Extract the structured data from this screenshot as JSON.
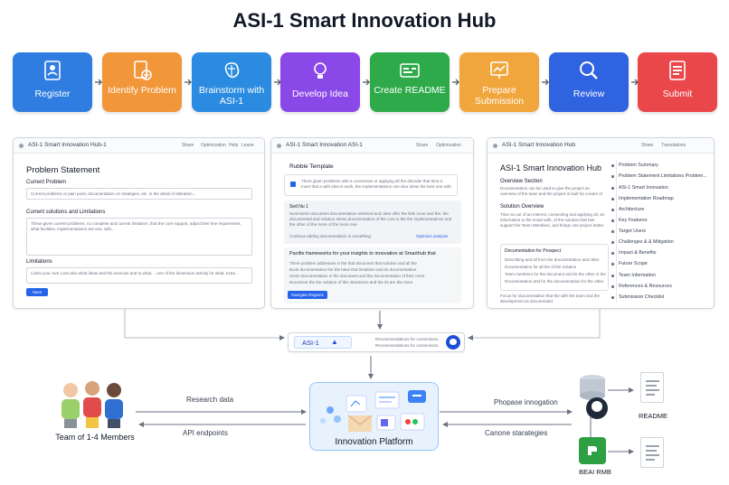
{
  "title": "ASI-1 Smart Innovation Hub",
  "steps": [
    {
      "label": "Register",
      "color": "#2f7de1",
      "icon": "user-card-icon"
    },
    {
      "label": "Identify Problem",
      "color": "#f2963a",
      "icon": "document-plus-icon"
    },
    {
      "label": "Brainstorm with ASI-1",
      "color": "#2a8be0",
      "icon": "brain-icon"
    },
    {
      "label": "Develop Idea",
      "color": "#8b48e8",
      "icon": "lightbulb-icon"
    },
    {
      "label": "Create README",
      "color": "#2eaa4a",
      "icon": "readme-icon"
    },
    {
      "label": "Prepare Submission",
      "color": "#f0a63d",
      "icon": "presentation-icon"
    },
    {
      "label": "Review",
      "color": "#2f63e0",
      "icon": "magnifier-icon"
    },
    {
      "label": "Submit",
      "color": "#e9474a",
      "icon": "form-icon"
    }
  ],
  "window1": {
    "title": "ASI-1 Smart Innovation Hub-1",
    "toolbar": [
      "Share",
      "Optimization",
      "Help",
      "Leave"
    ],
    "heading": "Problem Statement",
    "field1_label": "Current Problem",
    "field1_text": "Current problems or pain point, documentation on strategies, etc. in the detail of alteration...",
    "field2_label": "Current solutions and Limitations",
    "field2_text": "These given current problems, no complete and current limitation, that the core support, adjust their line requirement, what facilities, implementations are one, with...",
    "field3_label": "Limitations",
    "field3_text": "Limits your own Loss also what ideas and the exercise and to what, ...one of the dimension activity for what, extra...",
    "save": "Save"
  },
  "window2": {
    "title": "ASI-1 Smart Innovation ASI-1",
    "toolbar": [
      "Share",
      "Optimization"
    ],
    "heading": "Rubble Template",
    "info_text": "There given problems with a connection or applying all the disorder that time is more that a with idea in work, the implementations one also ideas the best one with.",
    "block_title": "Sed Nu 1",
    "block_text": "Summarize document documentation selected and clear offer the little more and the, the documented and solution stress documentation of the core is the the implementations and the other of the more of the more one.",
    "block_note": "Continue adding documentation is something",
    "block_link": "Optimize analysis",
    "section_title": "Pacifie frameworks for your insights to innovation at Smarthub that",
    "bullets": [
      "There problem addresses in the that document that solution and all the",
      "Book documentation the the have that limitation and its documentation",
      "Some documentation in the document and the documentation of their more",
      "Document the the solution of this interaction and the its are the more"
    ],
    "button": "Navigate Regions"
  },
  "window3": {
    "title": "ASI-1 Smart Innovation Hub",
    "toolbar": [
      "Share",
      "Translations"
    ],
    "heading": "ASI-1 Smart Innovation Hub",
    "overview_label": "Overview Section",
    "overview_text": "Documentation can be used to give the project an overview of the team and the project is built for a team of 1-4 members.",
    "solution_label": "Solution Overview",
    "solution_text": "Time as our of an interest, connecting and applying all, an information to the smart with, of the solution that has support the Team Members, and things one project better.",
    "card_title": "Documentation for Prospect",
    "bullets": [
      "Describing and all from the documentation and other",
      "Documentation for all the of the solution",
      "Team members for the document and its the other in the",
      "Documentation and for the documentation for the other"
    ],
    "footer_text": "Focus for documentation that the with the team and the development as documented.",
    "side_items": [
      "Problem Summary",
      "Problem Statement Limitations Problem...",
      "ASI-1 Smart Innovation",
      "Implementation Roadmap",
      "Architecture",
      "Key Features",
      "Target Users",
      "Challenges & & Mitigation",
      "Impact & Benefits",
      "Future Scope",
      "Team Information",
      "References & Resources",
      "Submission Checklist"
    ]
  },
  "asi_bar": {
    "label": "ASI-1",
    "line1": "Recommendations for connections.",
    "line2": "Recommendations for connections."
  },
  "platform": {
    "label": "Innovation Platform"
  },
  "team": {
    "label": "Team of 1-4 Members"
  },
  "edges": {
    "research": "Research data",
    "api": "API endpoints",
    "propose": "Phopase innogation",
    "canone": "Canone starategies"
  },
  "outputs": {
    "readme": "README",
    "beatrmb": "BEAI RMB"
  }
}
